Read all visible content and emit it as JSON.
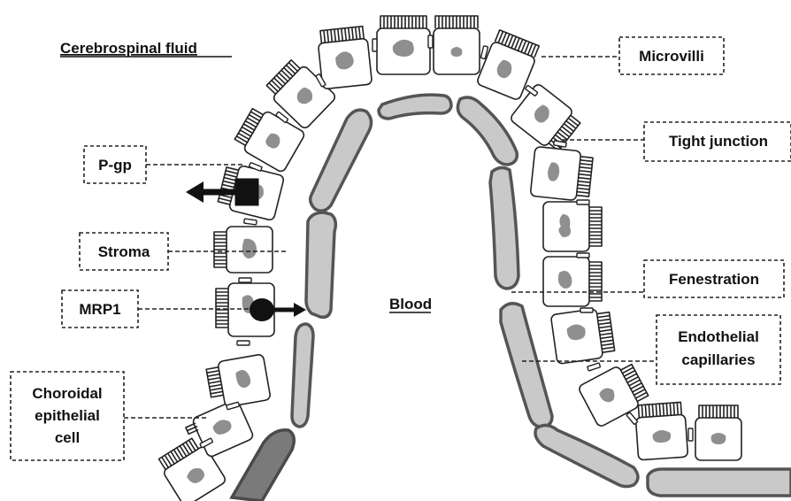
{
  "regions": {
    "csf": "Cerebrospinal fluid",
    "blood": "Blood"
  },
  "labels": {
    "microvilli": "Microvilli",
    "tight_junction": "Tight junction",
    "pgp": "P-gp",
    "stroma": "Stroma",
    "fenestration": "Fenestration",
    "mrp1": "MRP1",
    "endothelial_1": "Endothelial",
    "endothelial_2": "capillaries",
    "choroidal_1": "Choroidal",
    "choroidal_2": "epithelial",
    "choroidal_3": "cell"
  }
}
